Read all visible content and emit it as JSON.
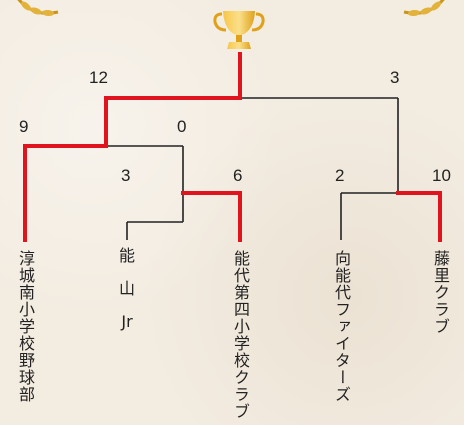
{
  "trophy_icon": "trophy-icon",
  "laurel_icons": [
    "laurel-left-icon",
    "laurel-right-icon"
  ],
  "colors": {
    "winner_line": "#e0141e",
    "loser_line": "#222222",
    "background": "#f3ece1",
    "trophy_gold": "#e8a617"
  },
  "scores": {
    "final_left": "12",
    "final_right": "3",
    "semi_left_a": "9",
    "semi_left_b": "0",
    "qf_a": "3",
    "qf_b": "6",
    "semi_right_a": "2",
    "semi_right_b": "10"
  },
  "teams": {
    "team1": "淳城南小学校野球部",
    "team2_parts": [
      "能",
      "山",
      "Jr"
    ],
    "team3": "能代第四小学校クラブ",
    "team4": "向能代ファイターズ",
    "team5": "藤里クラブ"
  }
}
